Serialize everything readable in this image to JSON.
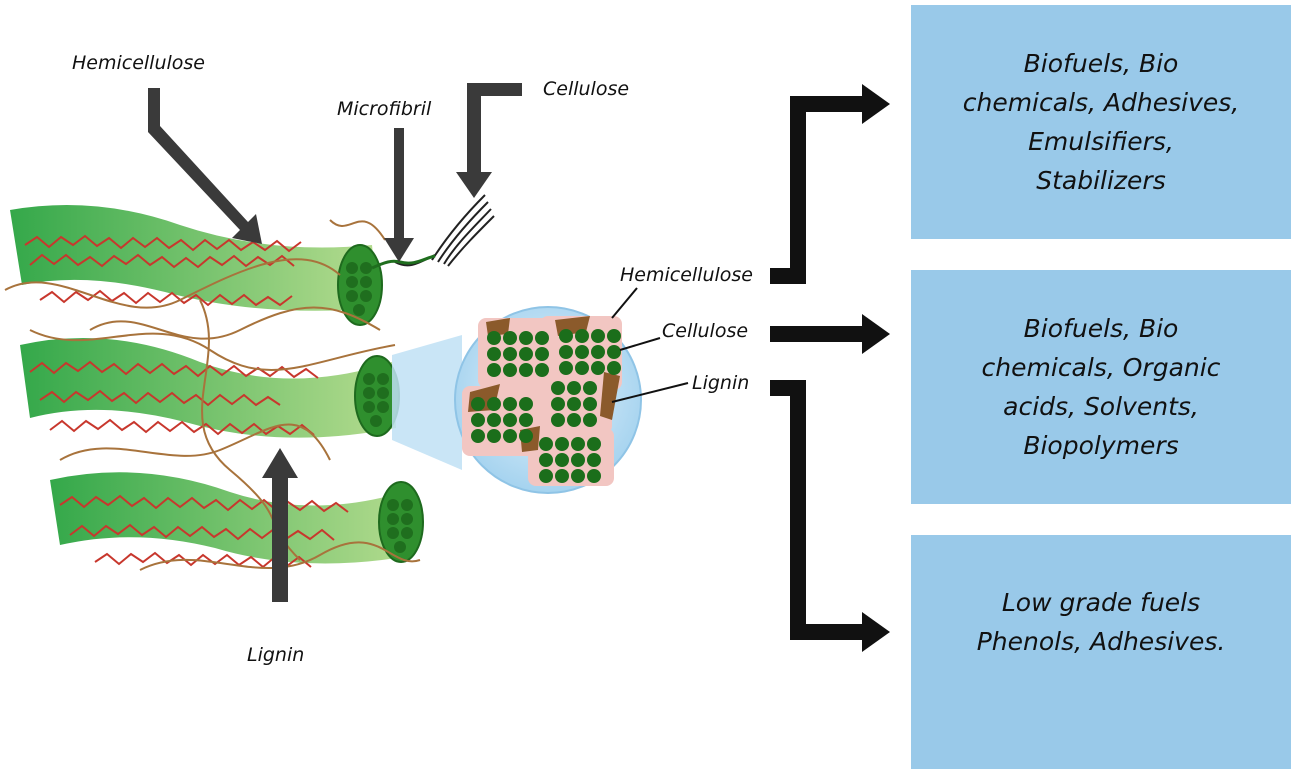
{
  "labels": {
    "hemicellulose_top": "Hemicellulose",
    "microfibril": "Microfibril",
    "cellulose_top": "Cellulose",
    "lignin_bottom": "Lignin",
    "hemicellulose_zoom": "Hemicellulose",
    "cellulose_zoom": "Cellulose",
    "lignin_zoom": "Lignin"
  },
  "boxes": [
    {
      "lines": [
        "Biofuels, Bio",
        "chemicals, Adhesives,",
        "Emulsifiers,",
        "Stabilizers"
      ]
    },
    {
      "lines": [
        "Biofuels, Bio",
        "chemicals, Organic",
        "acids, Solvents,",
        "Biopolymers"
      ]
    },
    {
      "lines": [
        "Low grade fuels",
        "Phenols, Adhesives."
      ]
    }
  ],
  "colors": {
    "fiber_green": "#4cb848",
    "lignin_red": "#c8372d",
    "hemicellulose_brown": "#a8733c",
    "box_blue": "#99c9e9",
    "arrow_black": "#111111"
  }
}
